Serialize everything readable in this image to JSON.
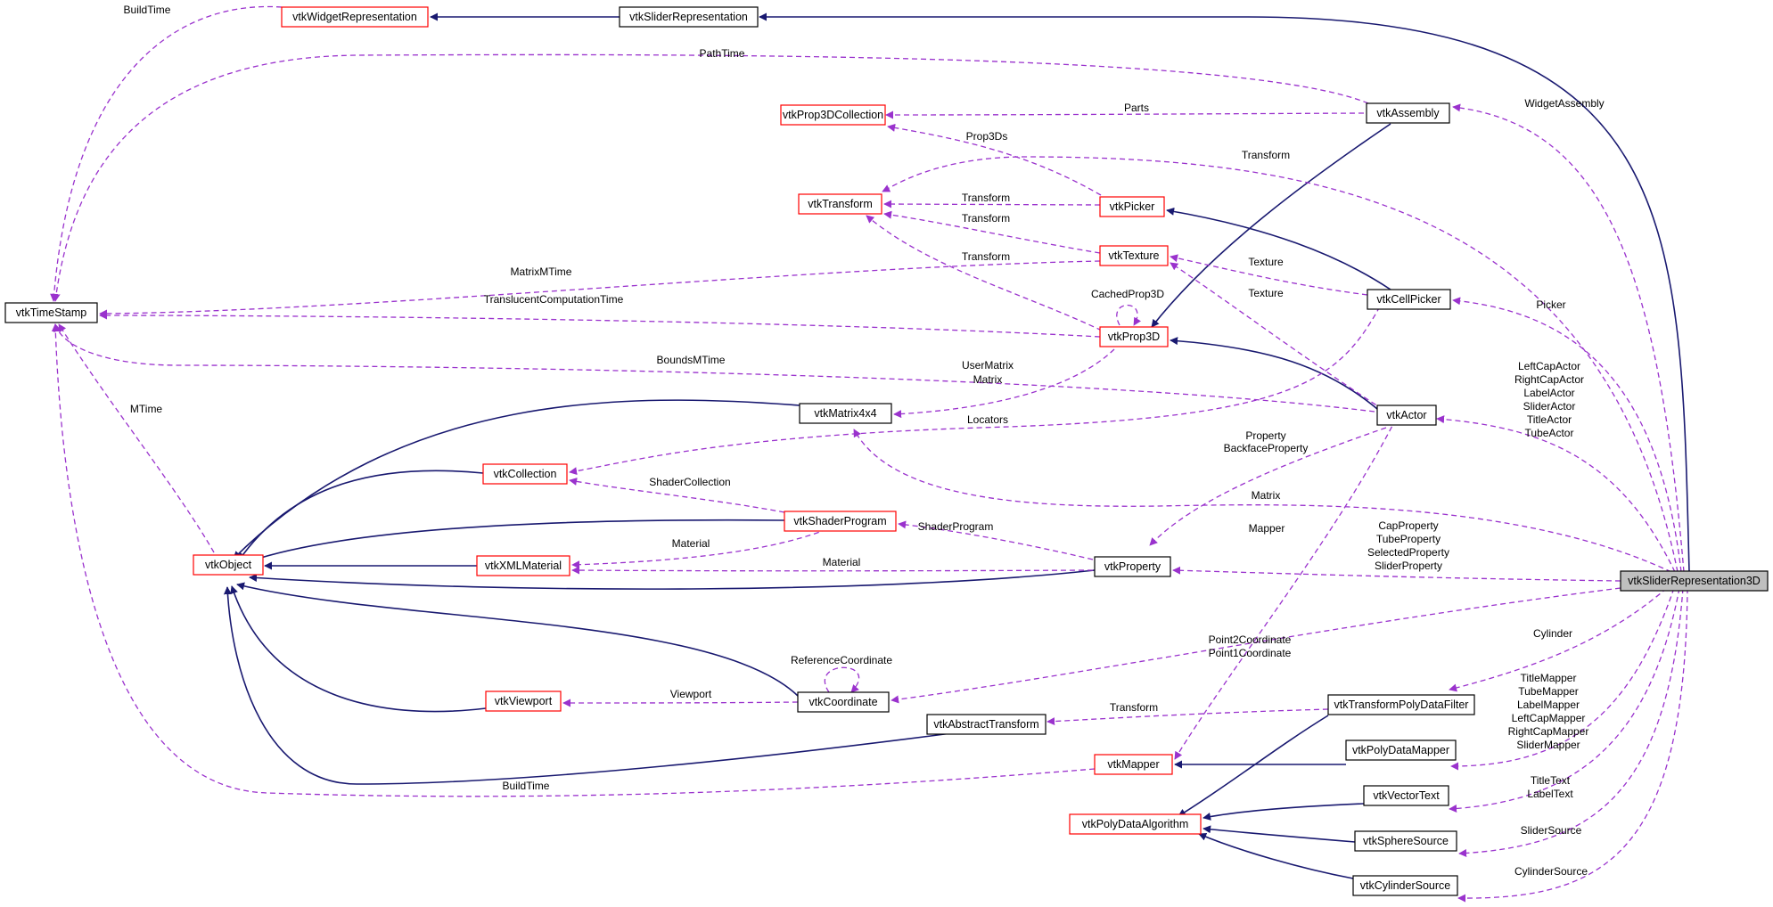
{
  "colors": {
    "inherit_edge": "#191970",
    "use_edge": "#9a32cd",
    "documented_border": "#000000",
    "undocumented_border": "#ff0000",
    "root_fill": "#bfbfbf"
  },
  "nodes": {
    "vtkTimeStamp": "vtkTimeStamp",
    "vtkWidgetRepresentation": "vtkWidgetRepresentation",
    "vtkSliderRepresentation": "vtkSliderRepresentation",
    "vtkProp3DCollection": "vtkProp3DCollection",
    "vtkAssembly": "vtkAssembly",
    "vtkTransform": "vtkTransform",
    "vtkPicker": "vtkPicker",
    "vtkTexture": "vtkTexture",
    "vtkCellPicker": "vtkCellPicker",
    "vtkProp3D": "vtkProp3D",
    "vtkMatrix4x4": "vtkMatrix4x4",
    "vtkActor": "vtkActor",
    "vtkCollection": "vtkCollection",
    "vtkShaderProgram": "vtkShaderProgram",
    "vtkObject": "vtkObject",
    "vtkXMLMaterial": "vtkXMLMaterial",
    "vtkProperty": "vtkProperty",
    "vtkSliderRepresentation3D": "vtkSliderRepresentation3D",
    "vtkViewport": "vtkViewport",
    "vtkCoordinate": "vtkCoordinate",
    "vtkAbstractTransform": "vtkAbstractTransform",
    "vtkTransformPolyDataFilter": "vtkTransformPolyDataFilter",
    "vtkMapper": "vtkMapper",
    "vtkPolyDataMapper": "vtkPolyDataMapper",
    "vtkPolyDataAlgorithm": "vtkPolyDataAlgorithm",
    "vtkVectorText": "vtkVectorText",
    "vtkSphereSource": "vtkSphereSource",
    "vtkCylinderSource": "vtkCylinderSource"
  },
  "edge_labels": {
    "build_time_top": "BuildTime",
    "path_time": "PathTime",
    "parts": "Parts",
    "widget_assembly": "WidgetAssembly",
    "prop3ds": "Prop3Ds",
    "transform_top": "Transform",
    "transform_picker": "Transform",
    "transform_texture": "Transform",
    "transform_prop3d": "Transform",
    "texture_cellpicker": "Texture",
    "texture_actor": "Texture",
    "matrix_mtime": "MatrixMTime",
    "translucent_time": "TranslucentComputationTime",
    "cached_prop3d": "CachedProp3D",
    "picker": "Picker",
    "bounds_mtime": "BoundsMTime",
    "user_matrix": "UserMatrix",
    "matrix_small": "Matrix",
    "actors": [
      "LeftCapActor",
      "RightCapActor",
      "LabelActor",
      "SliderActor",
      "TitleActor",
      "TubeActor"
    ],
    "mtime": "MTime",
    "locators": "Locators",
    "property_backface": [
      "Property",
      "BackfaceProperty"
    ],
    "shader_collection": "ShaderCollection",
    "matrix_big": "Matrix",
    "shader_program": "ShaderProgram",
    "mapper": "Mapper",
    "material_upper": "Material",
    "material_lower": "Material",
    "properties": [
      "CapProperty",
      "TubeProperty",
      "SelectedProperty",
      "SliderProperty"
    ],
    "coordinates": [
      "Point2Coordinate",
      "Point1Coordinate"
    ],
    "reference_coordinate": "ReferenceCoordinate",
    "cylinder": "Cylinder",
    "viewport": "Viewport",
    "transform_abstract": "Transform",
    "mappers": [
      "TitleMapper",
      "TubeMapper",
      "LabelMapper",
      "LeftCapMapper",
      "RightCapMapper",
      "SliderMapper"
    ],
    "build_time_bottom": "BuildTime",
    "texts": [
      "TitleText",
      "LabelText"
    ],
    "slider_source": "SliderSource",
    "cylinder_source": "CylinderSource"
  }
}
